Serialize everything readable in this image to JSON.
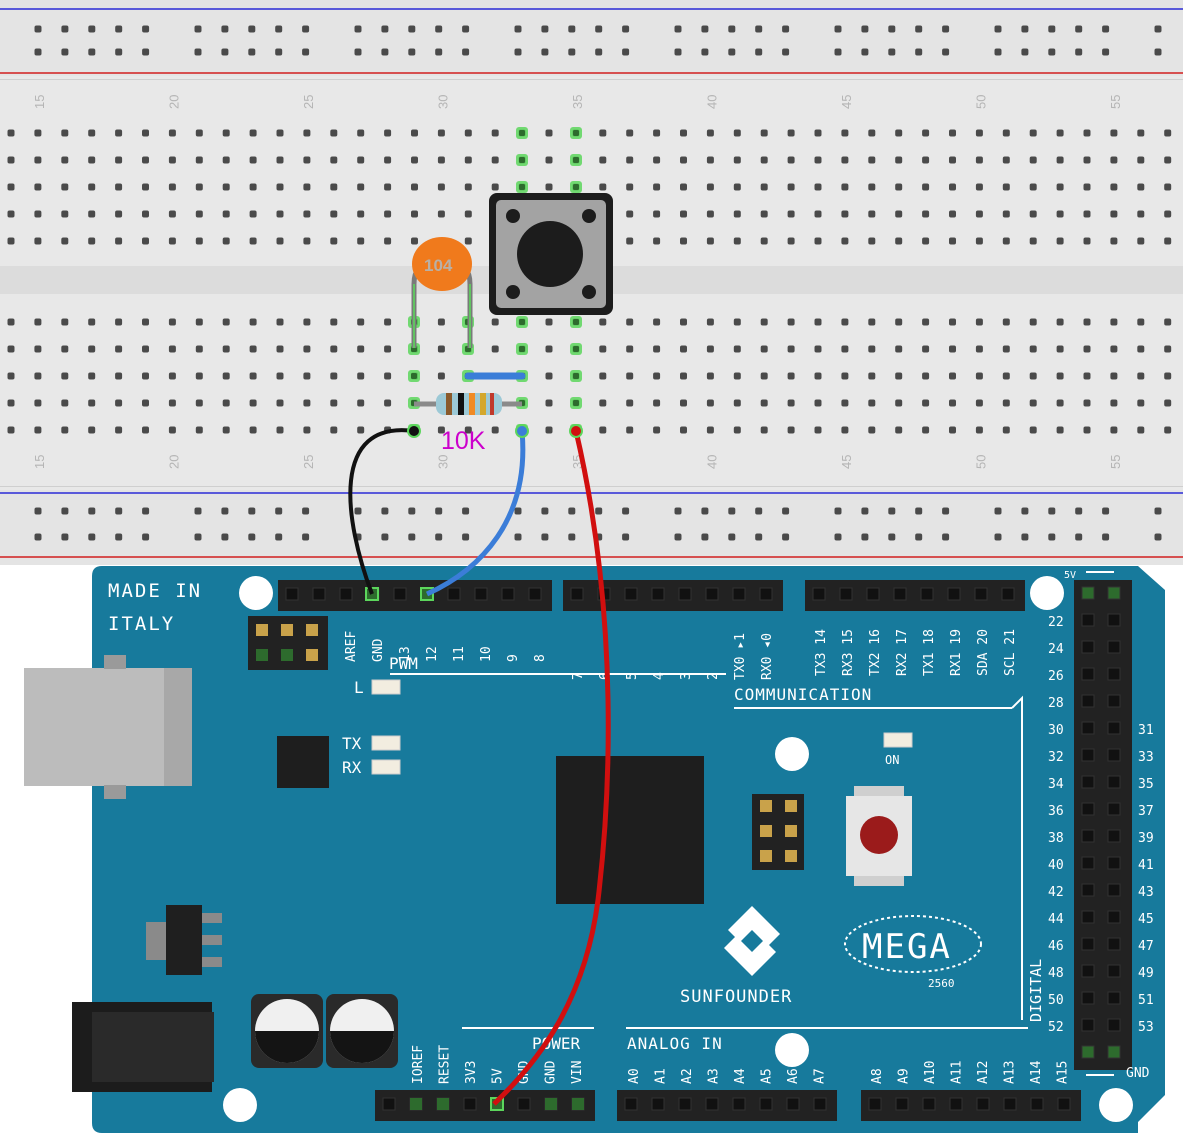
{
  "breadboard": {
    "column_numbers": [
      "15",
      "20",
      "25",
      "30",
      "35",
      "40",
      "45",
      "50",
      "55"
    ],
    "colors": {
      "body": "#e6e6e6",
      "rail_red": "#d21f1f",
      "rail_blue": "#2b2bd6",
      "connected_hole": "#5cd65c"
    }
  },
  "components": {
    "capacitor": {
      "label": "104",
      "color": "#f07a1c"
    },
    "resistor": {
      "label": "10K",
      "label_color": "#cc00cc"
    },
    "button": {
      "name": "push-button"
    }
  },
  "wires": [
    {
      "name": "black-wire",
      "color": "#111111"
    },
    {
      "name": "blue-wire",
      "color": "#3b7dd8"
    },
    {
      "name": "jumper-wire",
      "color": "#3b7dd8"
    },
    {
      "name": "red-wire",
      "color": "#d10f0f"
    }
  ],
  "arduino": {
    "board_color": "#177a9c",
    "made_in_1": "MADE IN",
    "made_in_2": "ITALY",
    "pwm": "PWM",
    "communication": "COMMUNICATION",
    "led_l": "L",
    "led_tx": "TX",
    "led_rx": "RX",
    "led_on": "ON",
    "brand": "SUNFOUNDER",
    "model": "MEGA",
    "chip": "2560",
    "digital": "DIGITAL",
    "power": "POWER",
    "analog_in": "ANALOG IN",
    "gnd_bottom": "GND",
    "v5_top": "5V",
    "top_pins_left": [
      "AREF",
      "GND",
      "13",
      "12",
      "11",
      "10",
      "9",
      "8"
    ],
    "top_pins_mid": [
      "7",
      "6",
      "5",
      "4",
      "3",
      "2",
      "TX0 ▸1",
      "RX0 ◂0"
    ],
    "top_pins_comm": [
      "TX3 14",
      "RX3 15",
      "TX2 16",
      "RX2 17",
      "TX1 18",
      "RX1 19",
      "SDA 20",
      "SCL 21"
    ],
    "power_pins": [
      "IOREF",
      "RESET",
      "3V3",
      "5V",
      "GND",
      "GND",
      "VIN"
    ],
    "analog_pins_1": [
      "A0",
      "A1",
      "A2",
      "A3",
      "A4",
      "A5",
      "A6",
      "A7"
    ],
    "analog_pins_2": [
      "A8",
      "A9",
      "A10",
      "A11",
      "A12",
      "A13",
      "A14",
      "A15"
    ],
    "digital_left": [
      "22",
      "24",
      "26",
      "28",
      "30",
      "32",
      "34",
      "36",
      "38",
      "40",
      "42",
      "44",
      "46",
      "48",
      "50",
      "52"
    ],
    "digital_right": [
      "31",
      "33",
      "35",
      "37",
      "39",
      "41",
      "43",
      "45",
      "47",
      "49",
      "51",
      "53"
    ]
  }
}
